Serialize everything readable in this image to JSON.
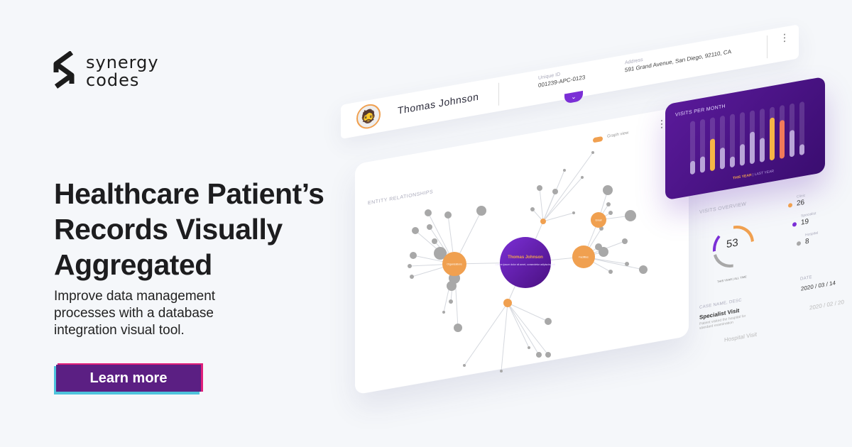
{
  "brand": {
    "name_line1": "synergy",
    "name_line2": "codes"
  },
  "headline": "Healthcare Patient’s Records Visually Aggregated",
  "subtitle": "Improve data management processes with a database integration visual tool.",
  "cta": "Learn more",
  "colors": {
    "purple": "#5b1f83",
    "accent_pink": "#e0207a",
    "accent_cyan": "#4ec3dc",
    "orange": "#f0a050",
    "gray": "#a8a8a8"
  },
  "patient": {
    "name": "Thomas Johnson",
    "id_label": "Unique ID",
    "id_value": "001239-APC-0123",
    "address_label": "Address",
    "address_value": "591 Grand Avenue, San Diego, 92110, CA"
  },
  "graph": {
    "toggle_label": "Graph view",
    "title": "ENTITY RELATIONSHIPS",
    "center_label": "Thomas Johnson",
    "center_desc": "Lorem ipsum dolor sit amet, consectetur adipiscing elit",
    "nodes": [
      "Organizations",
      "Facilities",
      "Email"
    ]
  },
  "visits_chart": {
    "title": "VISITS PER MONTH",
    "this_year": "THIS YEAR",
    "last_year": "LAST YEAR",
    "this_year_levels": [
      0.25,
      0.3,
      0.6,
      0.4,
      0.2,
      0.4,
      0.6,
      0.45,
      0.8,
      0.72,
      0.5,
      0.2
    ],
    "highlight": [
      false,
      false,
      true,
      false,
      false,
      false,
      false,
      false,
      true,
      true,
      false,
      false
    ]
  },
  "overview": {
    "title": "VISITS OVERVIEW",
    "total": "53",
    "toggle_this": "THIS YEAR",
    "toggle_all": "ALL TIME",
    "legend": [
      {
        "label": "Clinic",
        "value": "26",
        "color": "#f0a050"
      },
      {
        "label": "Specialist",
        "value": "19",
        "color": "#7b2fd6"
      },
      {
        "label": "Hospital",
        "value": "8",
        "color": "#a8a8a8"
      }
    ],
    "case_header": "CASE NAME, DESC",
    "date_header": "DATE",
    "cases": [
      {
        "name": "Specialist Visit",
        "desc": "Patient visited the hospital for standard examination",
        "date": "2020 / 03 / 14"
      },
      {
        "name": "Hospital Visit",
        "desc": "",
        "date": "2020 / 02 / 20"
      }
    ]
  }
}
